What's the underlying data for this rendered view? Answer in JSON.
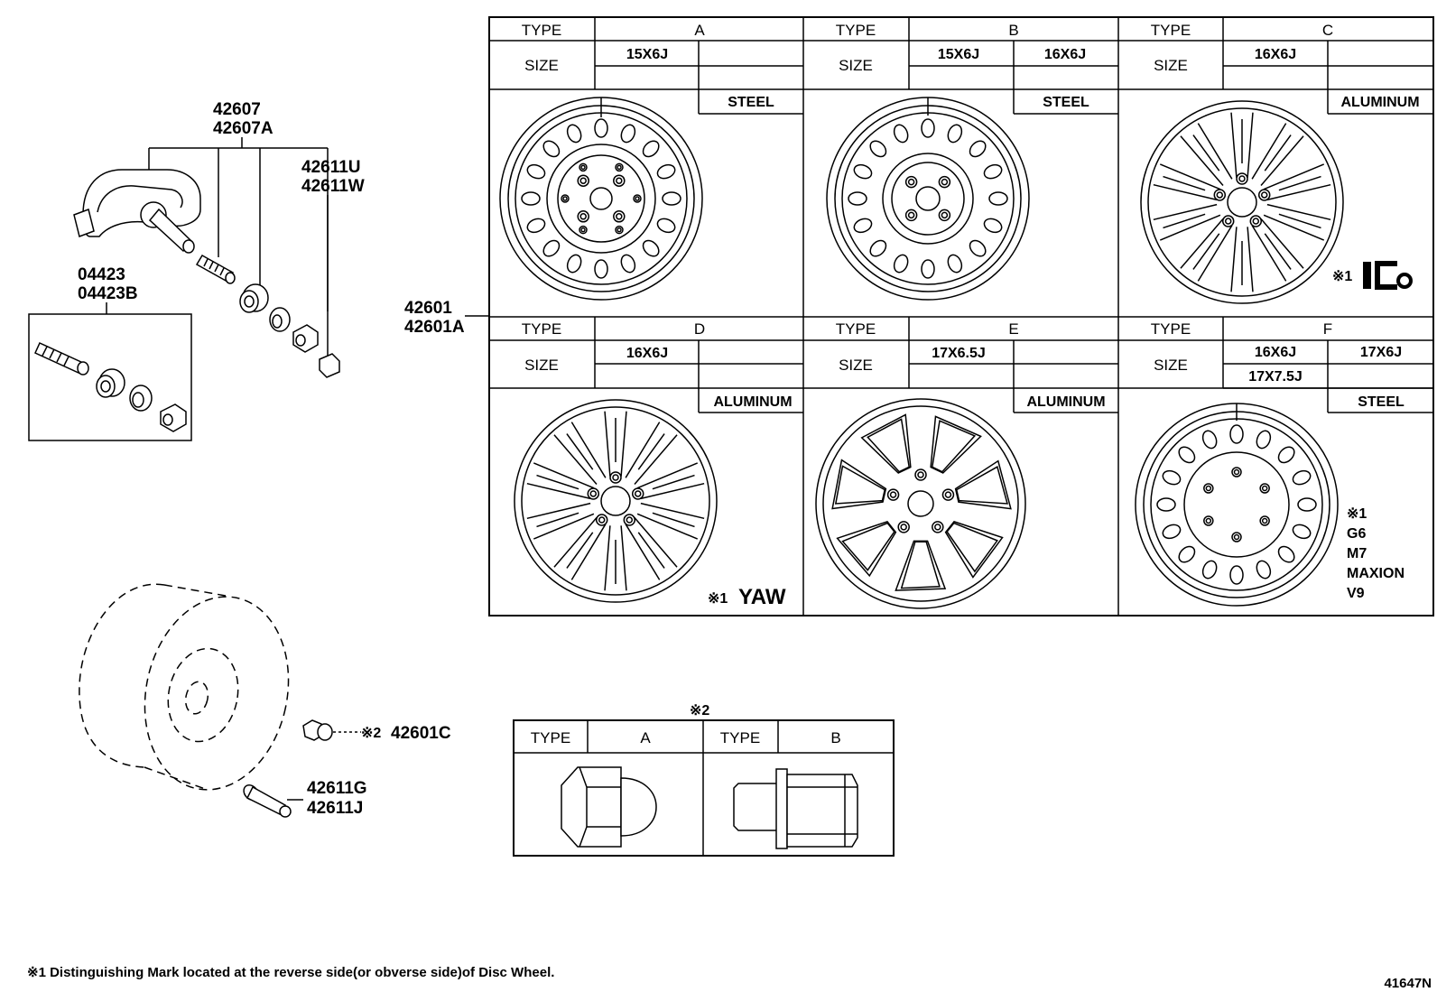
{
  "parts": {
    "sensor": [
      "42607",
      "42607A"
    ],
    "cap": [
      "42611U",
      "42611W"
    ],
    "valve_kit": [
      "04423",
      "04423B"
    ],
    "disc_wheel": [
      "42601",
      "42601A"
    ],
    "nut": "42601C",
    "valve": [
      "42611G",
      "42611J"
    ],
    "nut_ref": "※2"
  },
  "wheel_table": {
    "type_label": "TYPE",
    "size_label": "SIZE",
    "types": [
      {
        "type": "A",
        "sizes": [
          "15X6J",
          ""
        ],
        "material": "STEEL",
        "mark": ""
      },
      {
        "type": "B",
        "sizes": [
          "15X6J",
          "16X6J"
        ],
        "material": "STEEL",
        "mark": ""
      },
      {
        "type": "C",
        "sizes": [
          "16X6J",
          ""
        ],
        "material": "ALUMINUM",
        "mark": "※1"
      },
      {
        "type": "D",
        "sizes": [
          "16X6J",
          ""
        ],
        "material": "ALUMINUM",
        "mark": "※1",
        "mark_text": "YAW"
      },
      {
        "type": "E",
        "sizes": [
          "17X6.5J",
          ""
        ],
        "material": "ALUMINUM",
        "mark": ""
      },
      {
        "type": "F",
        "sizes": [
          "16X6J",
          "17X6J"
        ],
        "sizes2": "17X7.5J",
        "material": "STEEL",
        "mark": "※1",
        "mark_lines": [
          "G6",
          "M7",
          "MAXION",
          "V9"
        ]
      }
    ]
  },
  "nut_table": {
    "ref": "※2",
    "type_label": "TYPE",
    "types": [
      "A",
      "B"
    ]
  },
  "footnote": "※1 Distinguishing Mark located at the reverse side(or obverse side)of Disc Wheel.",
  "diagram_code": "41647N"
}
